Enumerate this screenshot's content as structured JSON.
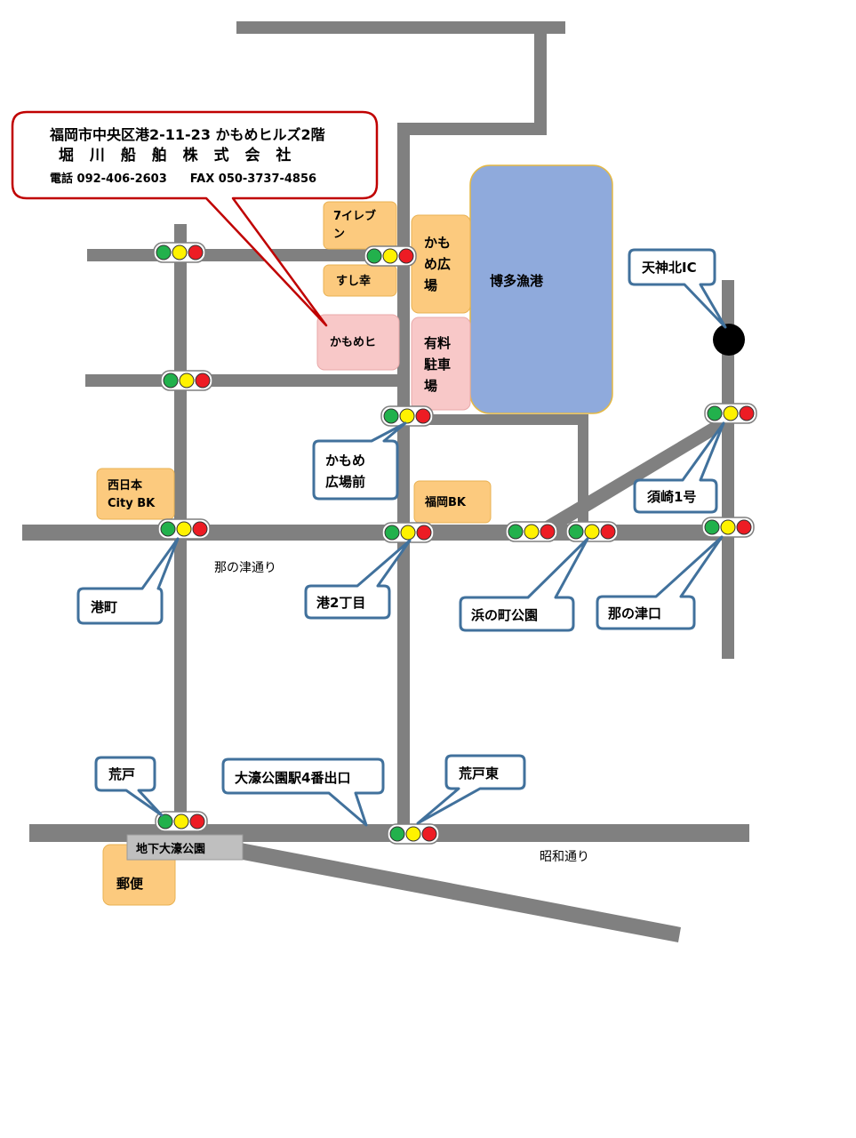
{
  "company": {
    "address": "福岡市中央区港2-11-23 かもめヒルズ2階",
    "name": "堀 川 船 舶 株 式 会 社",
    "contact": "電話 092-406-2603　　FAX 050-3737-4856"
  },
  "places": {
    "seven_eleven": [
      "7イレブ",
      "ン"
    ],
    "sushi": "すし幸",
    "kamome_hills": "かもめヒ",
    "kamome_hiroba": [
      "かも",
      "め広",
      "場"
    ],
    "parking": [
      "有料",
      "駐車",
      "場"
    ],
    "hakata_port": "博多漁港",
    "nishinihon_city_bk": [
      "西日本",
      "City BK"
    ],
    "fukuoka_bk": "福岡BK",
    "post_office": "郵便",
    "subway_station": "地下大濠公園"
  },
  "roads": {
    "nanotsu": "那の津通り",
    "showa": "昭和通り"
  },
  "callouts": {
    "tenjin_kita_ic": "天神北IC",
    "kamome_hiroba_mae": [
      "かもめ",
      "広場前"
    ],
    "suzaki_1": "須崎1号",
    "minatomachi": "港町",
    "minato_2chome": "港2丁目",
    "hamanomachi_park": "浜の町公園",
    "nanotsuguchi": "那の津口",
    "arato": "荒戸",
    "ohori_exit4": "大濠公園駅4番出口",
    "arato_higashi": "荒戸東"
  },
  "colors": {
    "road": "#808080",
    "place_orange": "#FCCA7E",
    "place_orange_border": "#E9B253",
    "place_pink": "#F8C8C8",
    "place_pink_border": "#E9A9A9",
    "port_blue": "#8FAADC",
    "port_blue_border": "#E3B845",
    "callout_border": "#41719C",
    "company_border": "#C00000",
    "signal_green": "#22B14C",
    "signal_yellow": "#FFF200",
    "signal_red": "#ED1C24",
    "station_gray": "#BFBFBF"
  }
}
